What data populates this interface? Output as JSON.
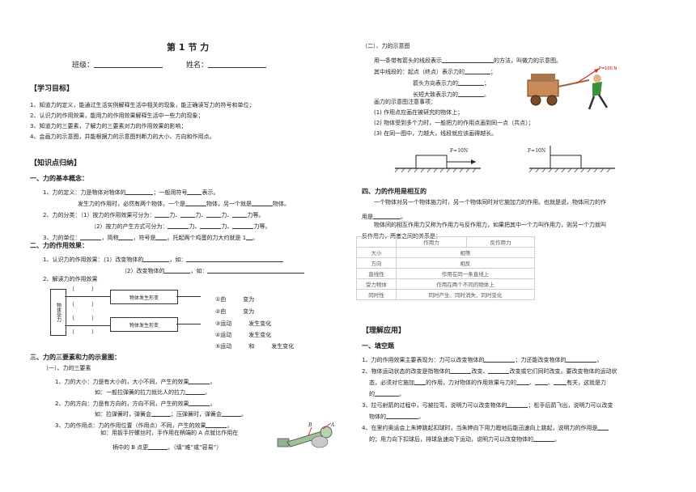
{
  "left": {
    "title": "第 1 节 力",
    "class_label": "班级：",
    "name_label": "姓名：",
    "goals_heading": "【学习目标】",
    "goals": [
      "1、知道力的定义，能通过生活实例解释生活中相关的现象，能正确读写力的符号和单位；",
      "2、认识力的作用效果，能用力的作用效果解释生活中一些力的现象；",
      "3、知道力的三要素，了解力的三要素对力的作用效果的影响；",
      "4、会画力的示意图，并能根据力的示意图判断力的大小、方向和作用点。"
    ],
    "summary_heading": "【知识点归纳】",
    "sec1_heading": "一、力的基本概念：",
    "l1": "1、力的定义：力是物体对物体的",
    "l1b": "；一般用符号",
    "l1c": "表示。",
    "l2a": "发生力的作用时，必然有两个物体，一个是",
    "l2b": "物体，另一个就是",
    "l2c": "物体。",
    "l3a": "2、力的分类：（1）按力的作用效果可分为：",
    "l3c": "力等。",
    "l4a": "（2）按力的产生方式可分为：",
    "l4c": "力等。",
    "l5a": "3、力的单位：",
    "l5b": "，简称",
    "l5c": "，符号是",
    "l5d": "。托起两个鸡蛋的力大约就是 1",
    "l5e": "。",
    "sec2_heading": "二、力的作用效果：",
    "e1a": "1、认识力的作用效果：（1）改变物体的",
    "e1b": "，如：",
    "e2a": "（2）改变物体的",
    "e2b": "，如：",
    "e3": "2、解读力的作用效果",
    "diag_left": "物体受力",
    "diag_paren": "（　　　）",
    "diag_top": "物体发生形变",
    "diag_bottom": "物体发生形变",
    "diag_items": [
      "①由　　　变为　　　",
      "②由　　　变为　　　",
      "③运动　　　发生变化",
      "④运动　　　发生变化",
      "⑤运动　　　和　　　发生变化"
    ],
    "sec3_heading": "三、力的三要素和力的示意图：",
    "sub1": "（一）、力的三要素",
    "t1": "1、力的大小：力是有大小的，大小不同，产生的效果",
    "t1b": "。",
    "t2": "如：一般拉弹簧的拉力就比人的拉力",
    "t2b": "。",
    "t3": "2、力的方向：力是有方向的，方向不同，产生的效果",
    "t3b": "。",
    "t4": "如：拉弹簧时，弹簧会",
    "t4b": "；压弹簧时，弹簧会",
    "t4c": "。",
    "t5": "3、力的作用点：力的作用位置（作用点）不同，产生的效果",
    "t5b": "。",
    "t6": "如：用扳手拧螺丝时，手作用在柄端的 A 点就比作用在",
    "t7": "柄中的 B 点更",
    "t7b": "。（填“难”或“容易”）",
    "wrench_a": "A",
    "wrench_b": "B"
  },
  "right": {
    "sub2": "（二）、力的示意图",
    "d1a": "用一条带有箭头的线段表示",
    "d1b": "的方法，叫做力的示意图。",
    "d2a": "其中线段的：起点（终点）表示力的",
    "d2b": "；",
    "d3a": "箭头方向表示力的",
    "d3b": "；",
    "d4a": "长短大致表示力的",
    "d4b": "。",
    "d5": "画力的示意图注意事项：",
    "d6": "(1) 作用点应画在被研究的物体上；",
    "d7": "(2) 物体受到多个力时，一般把力的作用点画到同一点（共点）；",
    "d8": "(3) 在同一图中，力越大，线段就应该画得越长。",
    "force_label_1": "F=10N",
    "force_label_2": "F=10N",
    "illus_label": "P=100 N",
    "sec4_heading": "四、力的作用是相互的",
    "m1": "一个物体对另一个物体施力时，另一个物体同时对它施加力的作用。也就是说，物体间力的作",
    "m2a": "用是",
    "m2b": "。",
    "m3": "物体间的相互作用力又称为作用力与反作用力，如果把其中一个力叫作用力，则另一个力就叫",
    "m4": "反作用力，两者之间的关系是：",
    "table_header": [
      "",
      "作用力",
      "反作用力"
    ],
    "table_rows": [
      [
        "大小",
        "相等"
      ],
      [
        "方向",
        "相反"
      ],
      [
        "直线性",
        "作用在同一条直线上"
      ],
      [
        "受力物体",
        "作用在两个不同的物体上"
      ],
      [
        "同时性",
        "同时产生、同时消失、同时变化"
      ]
    ],
    "apply_heading": "【理解应用】",
    "fill_heading": "一、填空题",
    "q1a": "1、力的作用效果主要表现为：力可以改变物体的",
    "q1b": "；力还能改变物体的",
    "q1c": "。",
    "q2a": "2、物体运动状态的改变是指物体的",
    "q2b": "改变、",
    "q2c": "改变或它们同时改变。要改变物体的运动状",
    "q2d": "态，必须对它施加",
    "q2e": "的作用，力对物体的作用效果与力的",
    "q2f": "、",
    "q2g": "、",
    "q2h": "有关，这就是力",
    "q2i": "的",
    "q2j": "。",
    "q3a": "3、拉弓射箭的过程中，弓被拉弯，说明力可以改变物体的",
    "q3b": "；松手后箭飞出，说明力可以改变",
    "q3c": "物体的",
    "q3d": "。",
    "q4a": "4、在里约奥运会上朱婷跳起扣球时，当朱婷向下用力蹬地后能迅速向上跳起，说明力的作用是",
    "q4b": "的；用力向下扣球后，排球急速向下运动，说明力可以改变物体的",
    "q4c": "。"
  }
}
